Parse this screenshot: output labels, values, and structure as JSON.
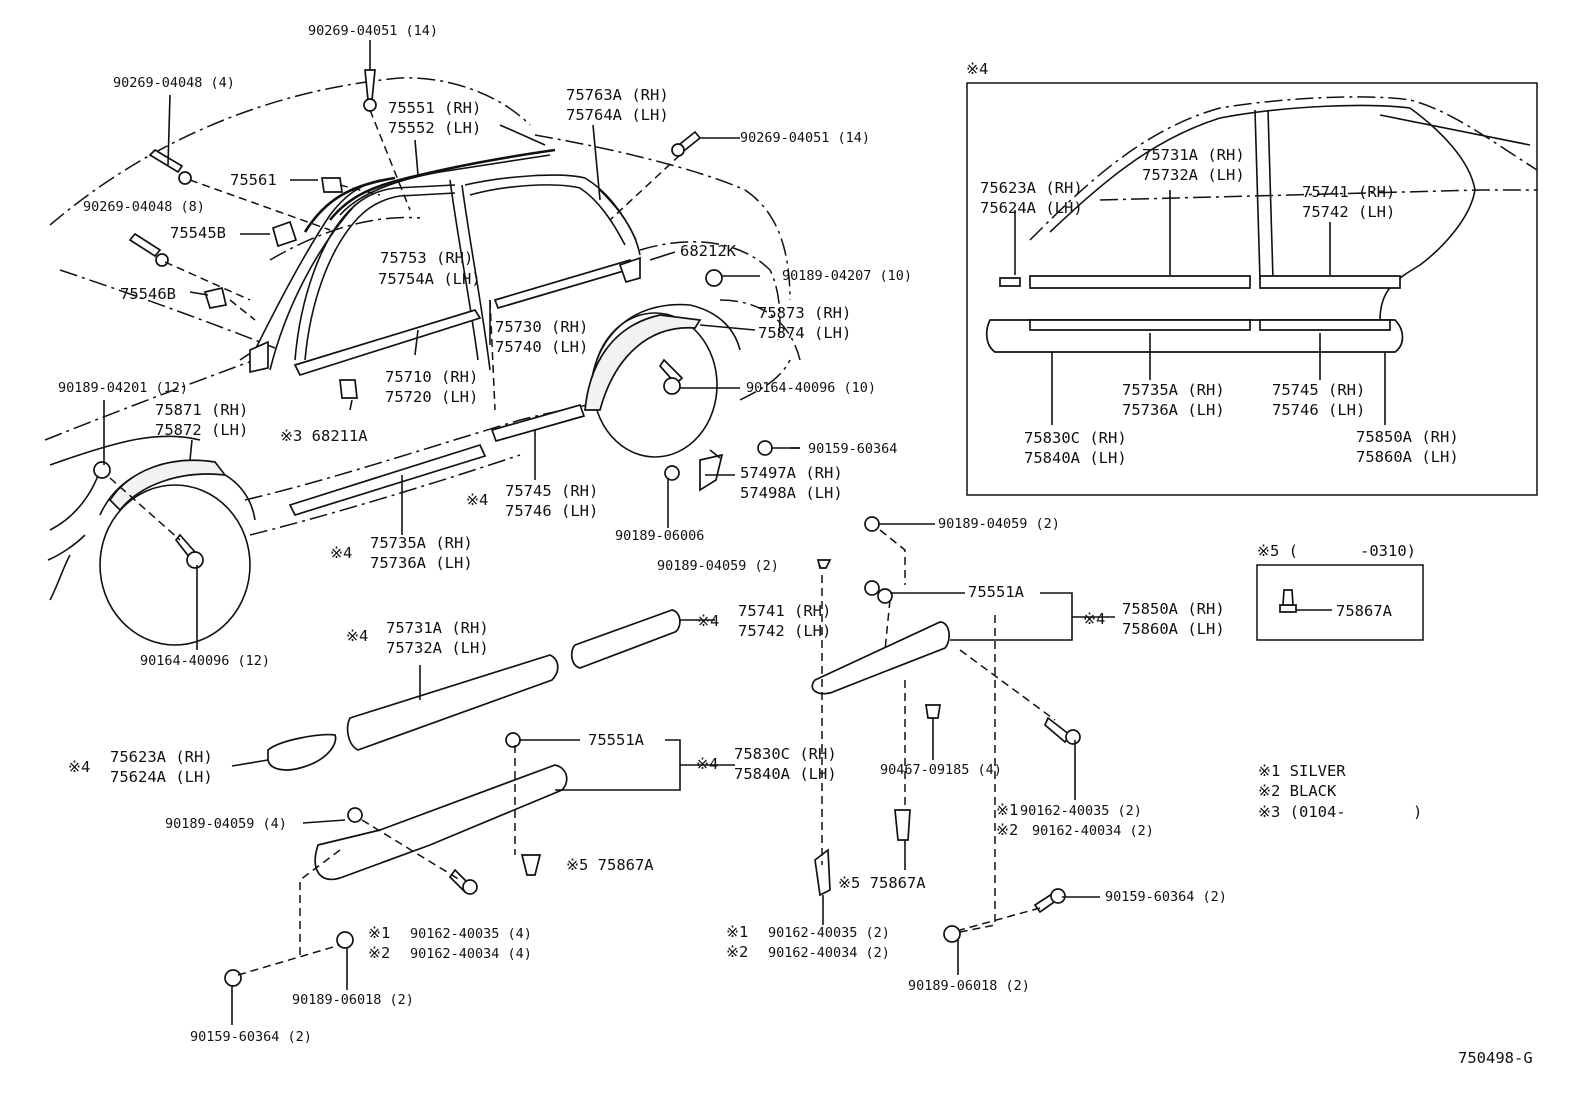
{
  "labels": {
    "l_0": "90269-04051 (14)",
    "l_1": "90269-04048 (4)",
    "l_2": "75551 (RH)",
    "l_3": "75552 (LH)",
    "l_4": "75763A (RH)",
    "l_5": "75764A (LH)",
    "l_6": "90269-04051 (14)",
    "l_7": "75561",
    "l_8": "90269-04048 (8)",
    "l_9": "75545B",
    "l_10": "68212K",
    "l_11": "75753   (RH)",
    "l_12": "75754A (LH)",
    "l_13": "90189-04207 (10)",
    "l_14": "75546B",
    "l_15": "75873 (RH)",
    "l_16": "75874 (LH)",
    "l_17": "75730 (RH)",
    "l_18": "75740 (LH)",
    "l_19": "90189-04201 (12)",
    "l_20": "75710 (RH)",
    "l_21": "75720 (LH)",
    "l_22": "90164-40096 (10)",
    "l_23": "75871 (RH)",
    "l_24": "75872 (LH)",
    "l_25": "※3 68211A",
    "l_26": "90159-60364",
    "l_27": "57497A (RH)",
    "l_28": "57498A (LH)",
    "l_29": "※4",
    "l_30": "75745 (RH)",
    "l_31": "75746 (LH)",
    "l_32": "90189-06006",
    "l_33": "※4",
    "l_34": "75735A (RH)",
    "l_35": "75736A (LH)",
    "l_36": "90189-04059 (2)",
    "l_37": "90189-04059 (2)",
    "l_38": "75551A",
    "l_39": "※4",
    "l_40": "75850A (RH)",
    "l_41": "75860A (LH)",
    "l_42": "90164-40096 (12)",
    "l_43": "※4",
    "l_44": "75741 (RH)",
    "l_45": "75742 (LH)",
    "l_46": "※4",
    "l_47": "75731A (RH)",
    "l_48": "75732A (LH)",
    "l_49": "※4",
    "l_50": "75623A (RH)",
    "l_51": "75624A (LH)",
    "l_52": "75551A",
    "l_53": "※4",
    "l_54": "75830C (RH)",
    "l_55": "75840A (LH)",
    "l_56": "90467-09185 (4)",
    "l_57": "90189-04059 (4)",
    "l_58": "※5 75867A",
    "l_59": "※1",
    "l_60": "90162-40035 (2)",
    "l_61": "※2",
    "l_62": "90162-40034 (2)",
    "l_63": "※5 75867A",
    "l_64": "※1",
    "l_65": "90162-40035 (4)",
    "l_66": "※2",
    "l_67": "90162-40034 (4)",
    "l_68": "※1",
    "l_69": "90162-40035 (2)",
    "l_70": "※2",
    "l_71": "90162-40034 (2)",
    "l_72": "90159-60364 (2)",
    "l_73": "90189-06018 (2)",
    "l_74": "90189-06018 (2)",
    "l_75": "90159-60364 (2)",
    "l_76": "※4",
    "l_77": "75731A (RH)",
    "l_78": "75732A (LH)",
    "l_79": "75623A (RH)",
    "l_80": "75624A (LH)",
    "l_81": "75741 (RH)",
    "l_82": "75742 (LH)",
    "l_83": "75735A (RH)",
    "l_84": "75736A (LH)",
    "l_85": "75745 (RH)",
    "l_86": "75746 (LH)",
    "l_87": "75830C (RH)",
    "l_88": "75840A (LH)",
    "l_89": "75850A (RH)",
    "l_90": "75860A (LH)",
    "l_91": "※5 (",
    "l_92": "-0310)",
    "l_93": "75867A",
    "l_94": "※1  SILVER",
    "l_95": "※2  BLACK",
    "l_96": "※3  (0104-",
    "l_97": ")",
    "l_98": "750498-G"
  }
}
